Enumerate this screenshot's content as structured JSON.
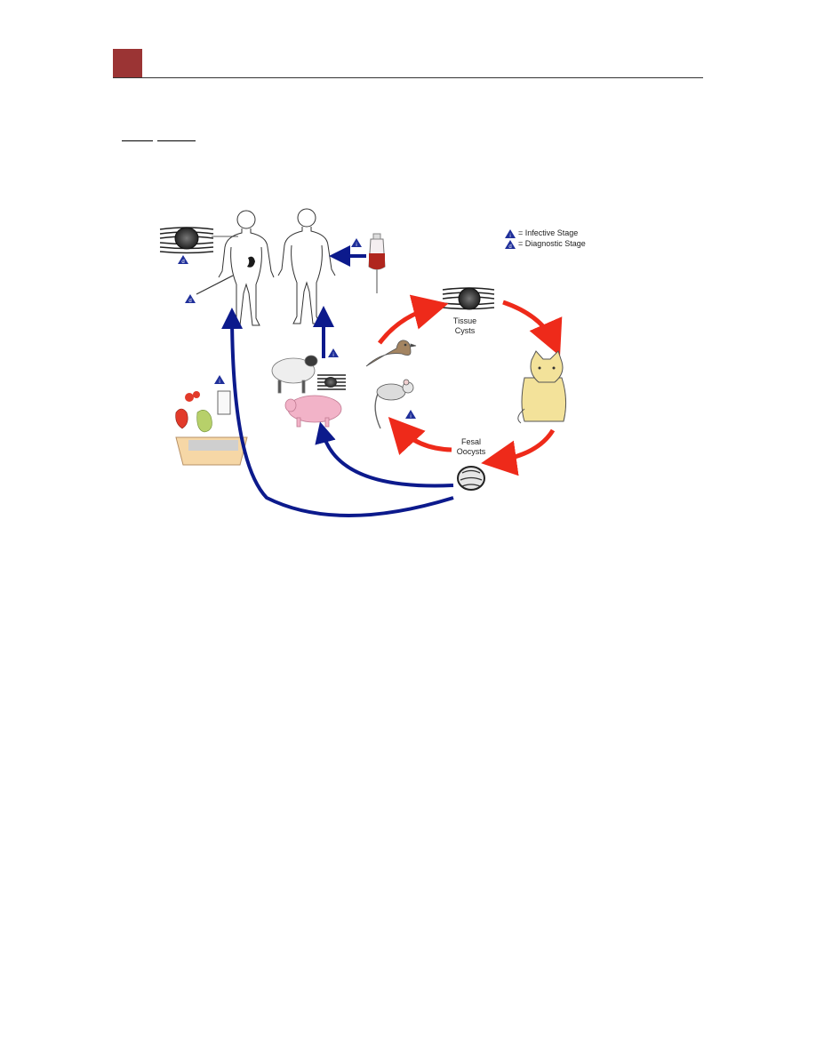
{
  "colors": {
    "header_block": "#9b3434",
    "header_line": "#333333",
    "arrow_red": "#ee2a1a",
    "arrow_blue": "#0c1a8c",
    "triangle": "#1f2f9a",
    "cat": "#f3e29a",
    "pig": "#f2b3c8",
    "blood": "#b0261e"
  },
  "diagram": {
    "legend": {
      "infective": "= Infective Stage",
      "diagnostic": "= Diagnostic Stage"
    },
    "labels": {
      "tissue_cysts_line1": "Tissue",
      "tissue_cysts_line2": "Cysts",
      "fecal_oocysts_line1": "Fesal",
      "fecal_oocysts_line2": "Oocysts"
    },
    "markers": {
      "infective_letter": "i",
      "diagnostic_letter": "d"
    }
  }
}
